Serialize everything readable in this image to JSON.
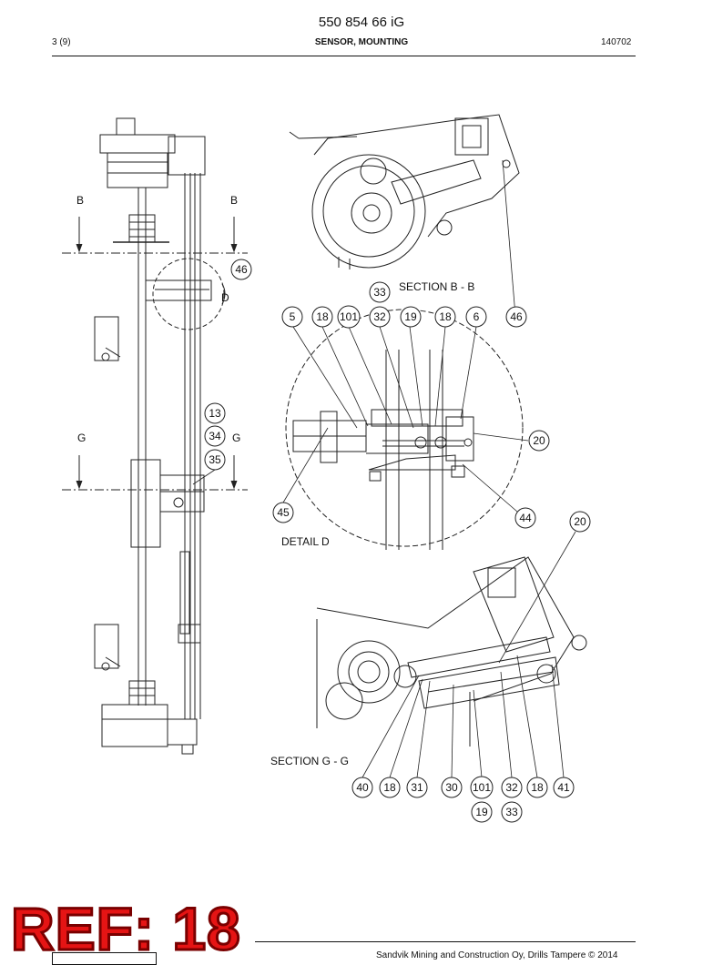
{
  "header": {
    "doc_number": "550 854 66 iG",
    "page": "3 (9)",
    "title": "SENSOR, MOUNTING",
    "date": "140702"
  },
  "labels": {
    "b_left": "B",
    "b_right": "B",
    "g_left": "G",
    "g_right": "G",
    "d": "D",
    "section_bb": "SECTION B - B",
    "detail_d": "DETAIL D",
    "section_gg": "SECTION G - G"
  },
  "callouts": {
    "c46a": "46",
    "c13": "13",
    "c34": "34",
    "c35": "35",
    "c33a": "33",
    "c5": "5",
    "c18a": "18",
    "c101a": "101",
    "c32a": "32",
    "c19a": "19",
    "c18b": "18",
    "c6": "6",
    "c46b": "46",
    "c20a": "20",
    "c45": "45",
    "c44": "44",
    "c20b": "20",
    "c40": "40",
    "c18c": "18",
    "c31": "31",
    "c30": "30",
    "c101b": "101",
    "c32b": "32",
    "c18d": "18",
    "c41": "41",
    "c19b": "19",
    "c33b": "33"
  },
  "stamp": "REF: 18",
  "footer": {
    "copyright": "Sandvik Mining and Construction Oy, Drills Tampere © 2014"
  }
}
